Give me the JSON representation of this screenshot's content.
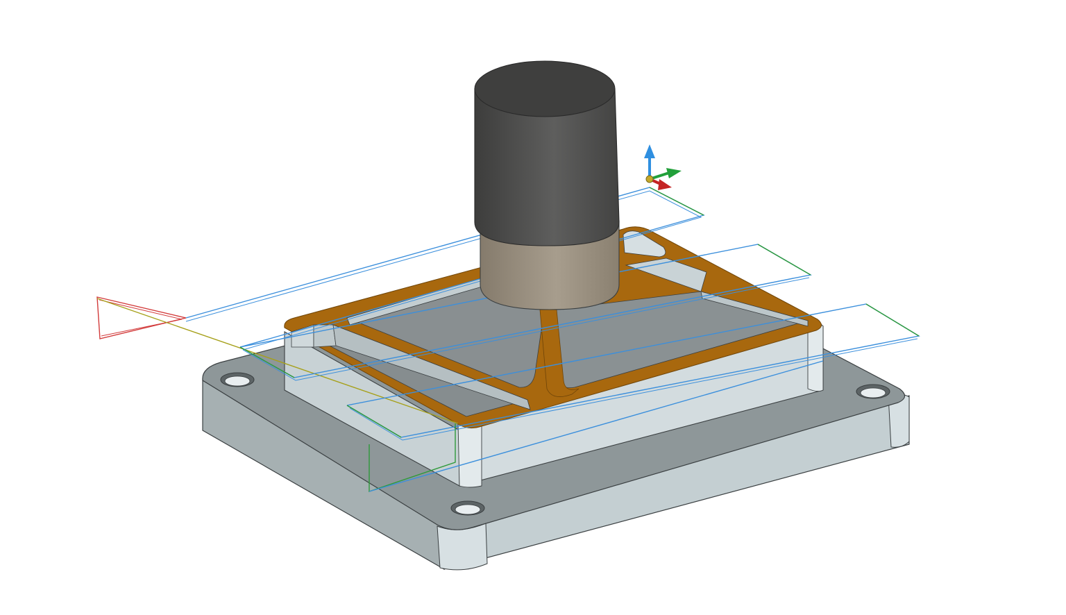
{
  "viewport": {
    "background": "#ffffff",
    "projection": "isometric"
  },
  "colors": {
    "part_light": "#d7e0e3",
    "part_mid": "#bfcacd",
    "part_dark": "#8e9799",
    "part_floor": "#868d8f",
    "part_edge": "#3a3f41",
    "selected_face": "#a8680e",
    "tool_body": "#4c4c4b",
    "tool_body_top": "#3f3f3e",
    "tool_holder": "#9c9282",
    "toolpath_cut": "#3b8fdc",
    "toolpath_link": "#2e9a3a",
    "toolpath_lead": "#d23a3a",
    "toolpath_rapid": "#a6a01a",
    "axis_z": "#2f8fe0",
    "axis_y": "#22a03a",
    "axis_x": "#c42424",
    "axis_origin": "#c4a82a"
  },
  "triad": {
    "x_icon": "axis-x-arrow",
    "y_icon": "axis-y-arrow",
    "z_icon": "axis-z-arrow"
  },
  "scene_objects": [
    "base-plate",
    "boss-block",
    "pocket-top-face",
    "end-mill-tool",
    "tool-holder",
    "toolpath",
    "wcs-triad"
  ]
}
